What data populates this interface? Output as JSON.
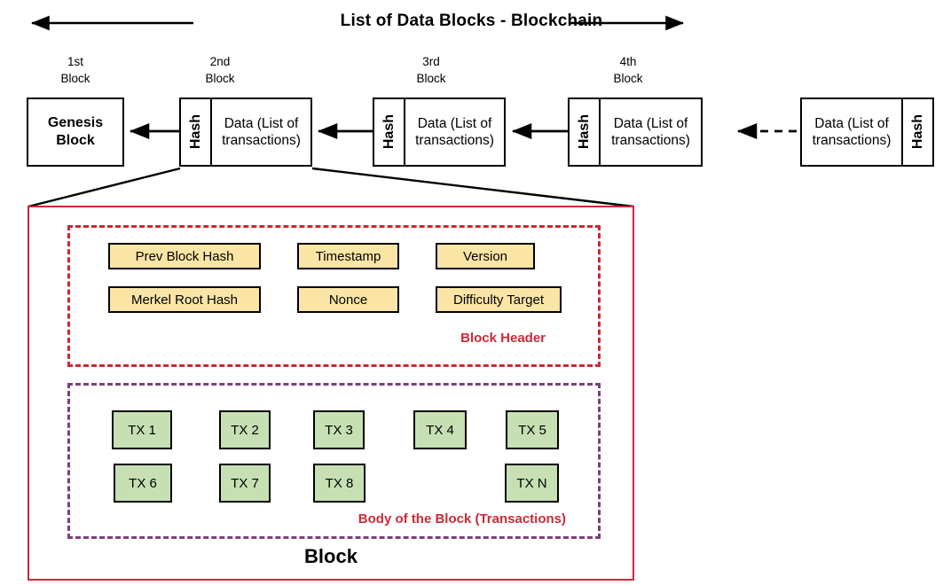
{
  "diagram": {
    "title": "List of Data Blocks - Blockchain",
    "left_arrow_icon": "left-arrow-icon",
    "right_arrow_icon": "right-arrow-icon",
    "block_caption": "Block"
  },
  "chain": {
    "labels": [
      {
        "ordinal": "1st",
        "word": "Block"
      },
      {
        "ordinal": "2nd",
        "word": "Block"
      },
      {
        "ordinal": "3rd",
        "word": "Block"
      },
      {
        "ordinal": "4th",
        "word": "Block"
      }
    ],
    "genesis": {
      "line1": "Genesis",
      "line2": "Block"
    },
    "hash_label": "Hash",
    "data_label": "Data (List of transactions)",
    "blocks": [
      {
        "name": "block-2",
        "hash": "Hash",
        "data": "Data (List of transactions)",
        "hash_side": "left"
      },
      {
        "name": "block-3",
        "hash": "Hash",
        "data": "Data (List of transactions)",
        "hash_side": "left"
      },
      {
        "name": "block-4",
        "hash": "Hash",
        "data": "Data (List of transactions)",
        "hash_side": "left"
      },
      {
        "name": "block-n",
        "hash": "Hash",
        "data": "Data (List of transactions)",
        "hash_side": "right"
      }
    ]
  },
  "block_detail": {
    "header": {
      "caption": "Block Header",
      "fields": [
        "Prev Block Hash",
        "Timestamp",
        "Version",
        "Merkel Root Hash",
        "Nonce",
        "Difficulty Target"
      ]
    },
    "body": {
      "caption": "Body of the Block (Transactions)",
      "transactions": [
        "TX 1",
        "TX 2",
        "TX 3",
        "TX 4",
        "TX 5",
        "TX 6",
        "TX 7",
        "TX 8",
        "TX N"
      ]
    }
  },
  "colors": {
    "accent_red": "#CC2936",
    "accent_purple": "#7B3F7B",
    "field_yellow": "#FBE5A6",
    "tx_green": "#C6E0B3",
    "stroke_black": "#000000",
    "background": "#FFFFFF"
  }
}
